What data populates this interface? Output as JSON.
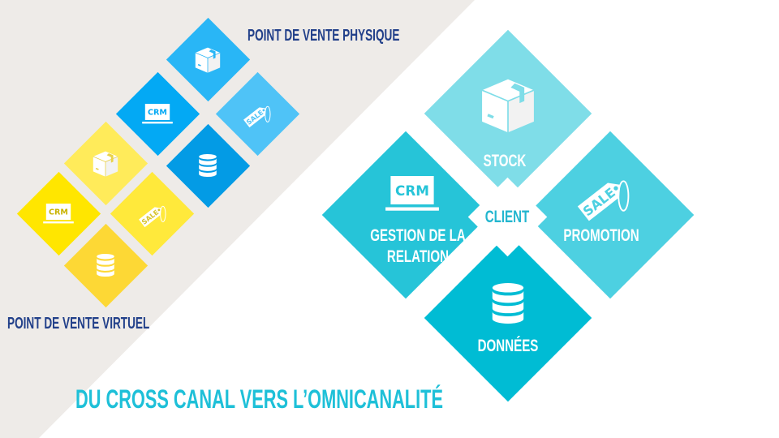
{
  "slide": {
    "title": "DU CROSS CANAL VERS L’OMNICANALITÉ",
    "label_physical": "POINT DE VENTE PHYSIQUE",
    "label_virtual": "POINT DE VENTE VIRTUEL"
  },
  "icons_text": {
    "crm": "CRM",
    "sale": "SALE"
  },
  "omnichannel": {
    "center": "CLIENT",
    "stock": "STOCK",
    "crm_line1": "GESTION DE LA",
    "crm_line2": "RELATION",
    "promotion": "PROMOTION",
    "data": "DONNÉES"
  },
  "colors": {
    "background_band": "#eeebe8",
    "blue_box": "#29b6f6",
    "blue_crm": "#03a9f4",
    "blue_sale": "#4fc3f7",
    "blue_db": "#039be5",
    "yellow_box": "#ffeb5a",
    "yellow_crm": "#ffe600",
    "yellow_sale": "#ffe93b",
    "yellow_db": "#fdd835",
    "stock": "#7fdde8",
    "crm": "#26c4d8",
    "promotion": "#4dd0e1",
    "data": "#00bcd4",
    "label_navy": "#22408a",
    "title_cyan": "#1ec0d8"
  }
}
